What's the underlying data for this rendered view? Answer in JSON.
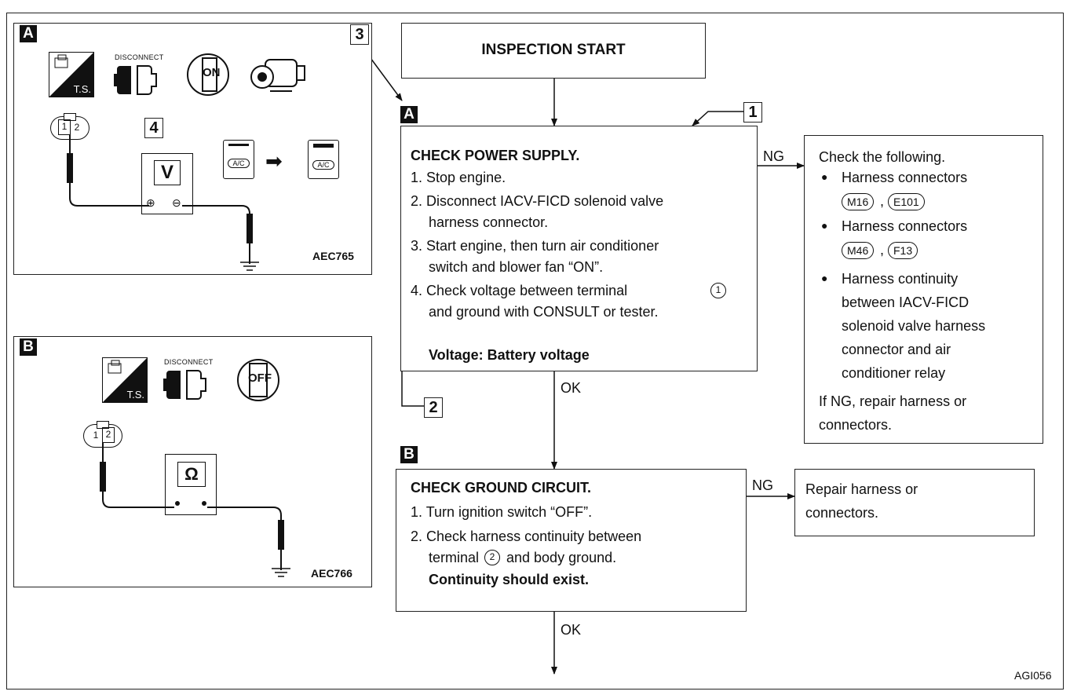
{
  "figure_id": "AGI056",
  "labels": {
    "a": "A",
    "b": "B",
    "n1": "1",
    "n2": "2",
    "n3": "3",
    "n4": "4"
  },
  "start": {
    "title": "INSPECTION START"
  },
  "panel_a": {
    "code": "AEC765",
    "disconnect": "DISCONNECT",
    "ts": "T.S.",
    "switch_on": "ON",
    "pin1": "1",
    "pin2": "2",
    "meter": "V",
    "ac": "A/C"
  },
  "panel_b": {
    "code": "AEC766",
    "disconnect": "DISCONNECT",
    "ts": "T.S.",
    "switch_off": "OFF",
    "pin1": "1",
    "pin2": "2",
    "meter": "Ω"
  },
  "power_check": {
    "title": "CHECK POWER SUPPLY.",
    "steps": [
      "1. Stop engine.",
      "2. Disconnect IACV-FICD solenoid valve",
      "harness connector.",
      "3. Start engine, then turn air conditioner",
      "switch and blower fan “ON”.",
      "4. Check voltage between terminal",
      "and ground with CONSULT or tester."
    ],
    "terminal": "1",
    "result": "Voltage: Battery voltage"
  },
  "power_ng": {
    "ng": "NG",
    "heading": "Check the following.",
    "item1": "Harness connectors",
    "conn1a": "M16",
    "conn1b": "E101",
    "item2": "Harness connectors",
    "conn2a": "M46",
    "conn2b": "F13",
    "item3": [
      "Harness continuity",
      "between IACV-FICD",
      "solenoid valve harness",
      "connector and air",
      "conditioner relay"
    ],
    "footer": [
      "If NG, repair harness or",
      "connectors."
    ],
    "sep": ","
  },
  "ok1": "OK",
  "ground_check": {
    "title": "CHECK GROUND CIRCUIT.",
    "steps": [
      "1. Turn ignition switch “OFF”.",
      "2. Check harness continuity between"
    ],
    "terminal_pre": "terminal",
    "terminal": "2",
    "terminal_post": "and body ground.",
    "result": "Continuity should exist."
  },
  "ground_ng": {
    "ng": "NG",
    "text": [
      "Repair harness or",
      "connectors."
    ]
  },
  "ok2": "OK"
}
